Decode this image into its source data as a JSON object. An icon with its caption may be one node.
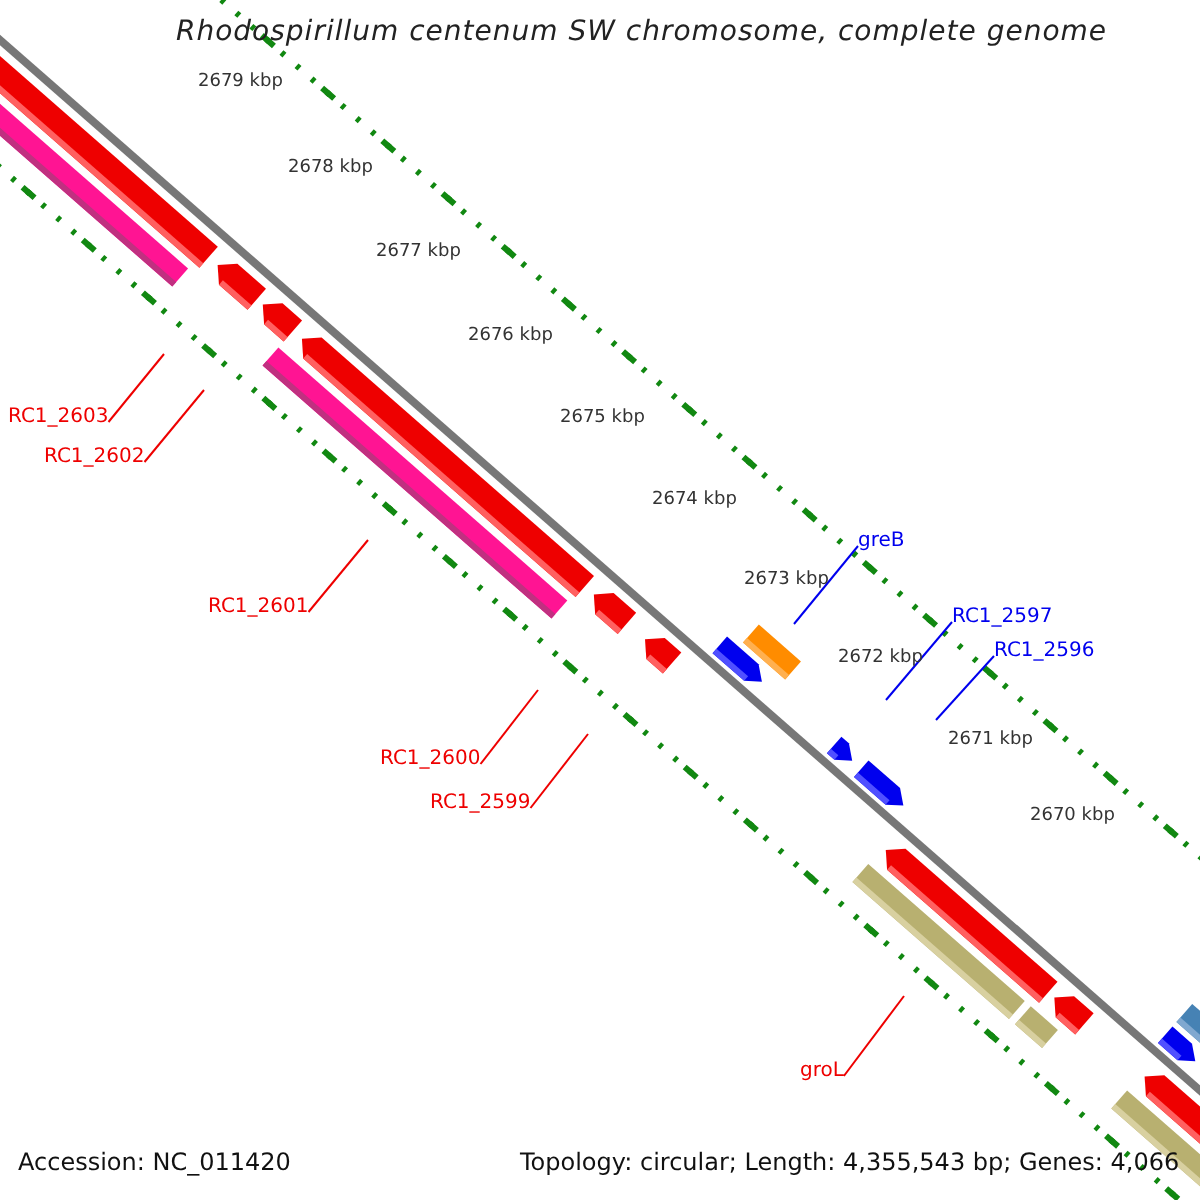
{
  "diagram": {
    "title": "Rhodospirillum centenum SW chromosome, complete genome",
    "nodes": [
      {
        "text": [
          "RC1_2603"
        ]
      },
      {
        "text": [
          "RC1_2602"
        ]
      },
      {
        "text": [
          "greB"
        ]
      },
      {
        "text": [
          "RC1_2601"
        ]
      },
      {
        "text": [
          "RC1_2597"
        ]
      },
      {
        "text": [
          "RC1_2596"
        ]
      },
      {
        "text": [
          "RC1_2600"
        ]
      },
      {
        "text": [
          "RC1_2599"
        ]
      },
      {
        "text": [
          "groL"
        ]
      }
    ],
    "edges": [
      {
        "from": 0,
        "to": null,
        "arrow": "none"
      },
      {
        "from": 1,
        "to": null,
        "arrow": "none"
      },
      {
        "from": 2,
        "to": null,
        "arrow": "none",
        "color": "#0000ee"
      },
      {
        "from": 3,
        "to": null,
        "arrow": "none"
      },
      {
        "from": 4,
        "to": null,
        "arrow": "none",
        "color": "#0000ee"
      },
      {
        "from": 5,
        "to": null,
        "arrow": "none",
        "color": "#0000ee"
      },
      {
        "from": 6,
        "to": null,
        "arrow": "none"
      },
      {
        "from": 7,
        "to": null,
        "arrow": "none"
      },
      {
        "from": 8,
        "to": null,
        "arrow": "none"
      }
    ],
    "labels": [
      "2679 kbp",
      "2678 kbp",
      "2677 kbp",
      "2676 kbp",
      "2675 kbp",
      "2674 kbp",
      "2673 kbp",
      "2672 kbp",
      "2671 kbp",
      "2670 kbp",
      "Accession: NC_011420",
      "Topology: circular; Length: 4,355,543 bp; Genes: 4,066"
    ]
  }
}
